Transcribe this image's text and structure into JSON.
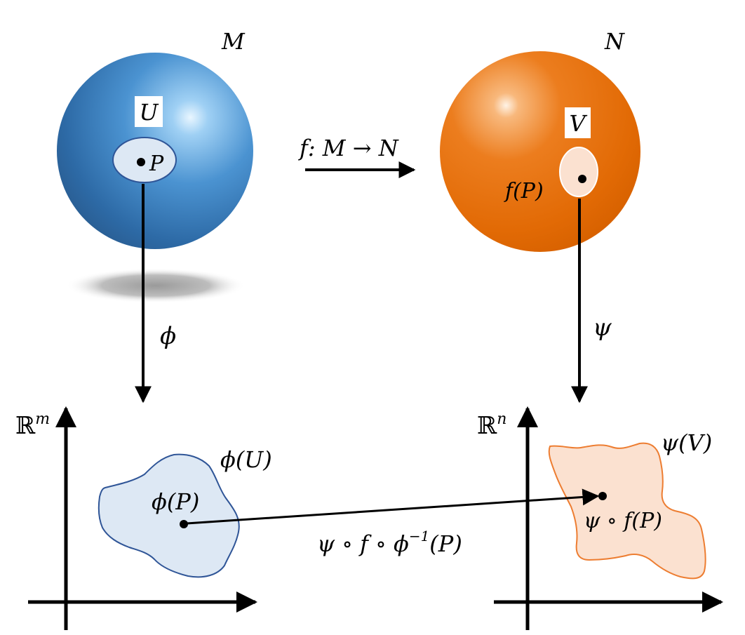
{
  "manifold_m": {
    "name": "M",
    "open_set": "U",
    "point": "P"
  },
  "manifold_n": {
    "name": "N",
    "open_set": "V",
    "point_image": "f(P)"
  },
  "map_f": "f: M → N",
  "chart_phi": "ϕ",
  "chart_psi": "ψ",
  "space_m": {
    "base": "ℝ",
    "exp": "m",
    "region": "ϕ(U)",
    "point": "ϕ(P)"
  },
  "space_n": {
    "base": "ℝ",
    "exp": "n",
    "region": "ψ(V)",
    "point": "ψ ∘ f(P)"
  },
  "transition": {
    "text": "ψ ∘ f ∘ ϕ",
    "exp": "−1",
    "arg": "(P)"
  },
  "colors": {
    "sphere_m": "#3f83c2",
    "sphere_n": "#e8700a",
    "region_m_fill": "#dde8f4",
    "region_m_stroke": "#2f5597",
    "region_n_fill": "#fbe1d0",
    "region_n_stroke": "#ed7d31"
  }
}
